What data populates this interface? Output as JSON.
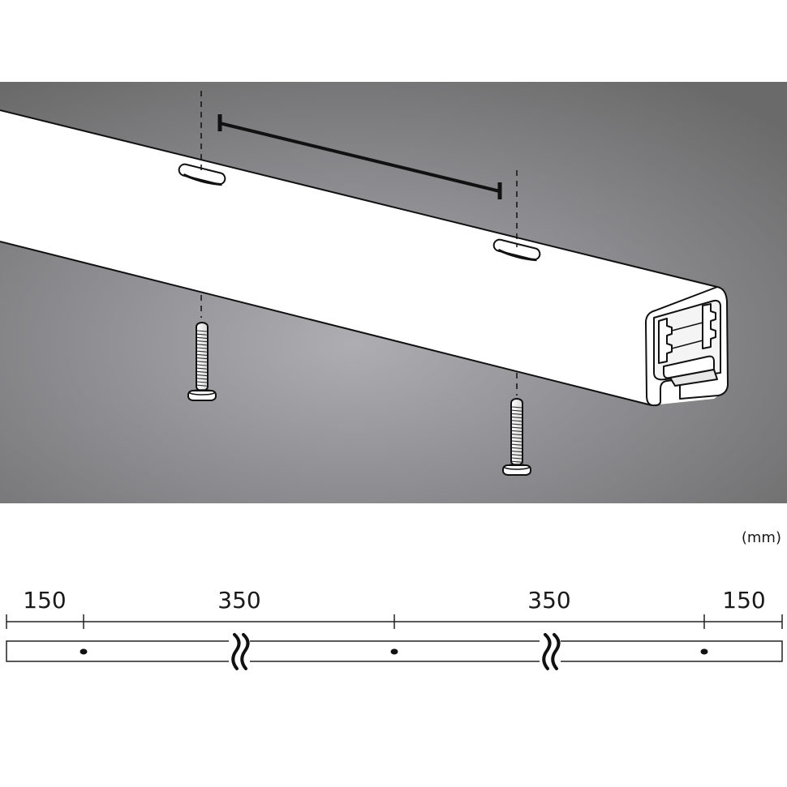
{
  "illustration": {
    "description": "Track rail ceiling mounting illustration",
    "background_gradient": [
      "#a9a9ad",
      "#8f8f92",
      "#6b6b6b"
    ],
    "rail_color": "#ffffff",
    "outline_color": "#111111"
  },
  "dimensions": {
    "unit_label": "(mm)",
    "segments": [
      {
        "label": "150",
        "value": 150
      },
      {
        "label": "350",
        "value": 350
      },
      {
        "label": "350",
        "value": 350
      },
      {
        "label": "150",
        "value": 150
      }
    ],
    "mounting_holes": 3,
    "break_marks": 2
  }
}
